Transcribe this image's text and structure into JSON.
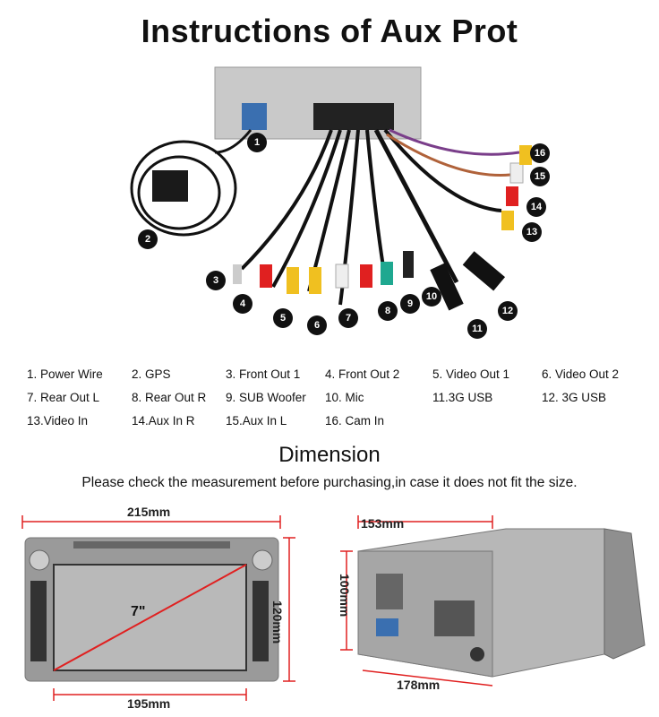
{
  "title": "Instructions of Aux Prot",
  "badges": [
    "1",
    "2",
    "3",
    "4",
    "5",
    "6",
    "7",
    "8",
    "9",
    "10",
    "11",
    "12",
    "13",
    "14",
    "15",
    "16"
  ],
  "legend": [
    [
      "1.  Power Wire",
      "2.  GPS",
      "3.  Front Out 1",
      "4.  Front Out 2",
      "5.  Video Out 1",
      "6.  Video Out 2"
    ],
    [
      "7.  Rear Out L",
      "8.  Rear Out R",
      "9.  SUB Woofer",
      "10. Mic",
      "11.3G USB",
      "12. 3G USB"
    ],
    [
      "13.Video  In",
      "14.Aux In R",
      "15.Aux In L",
      "16. Cam In"
    ]
  ],
  "dimension": {
    "title": "Dimension",
    "note": "Please check the measurement before purchasing,in case it does not fit the size.",
    "front_width_top": "215mm",
    "front_height": "120mm",
    "front_width_bottom": "195mm",
    "screen_size": "7\"",
    "side_depth_top": "153mm",
    "side_height": "100mm",
    "side_depth_bottom": "178mm"
  },
  "colors": {
    "accent_red": "#e02020",
    "badge": "#111111"
  }
}
